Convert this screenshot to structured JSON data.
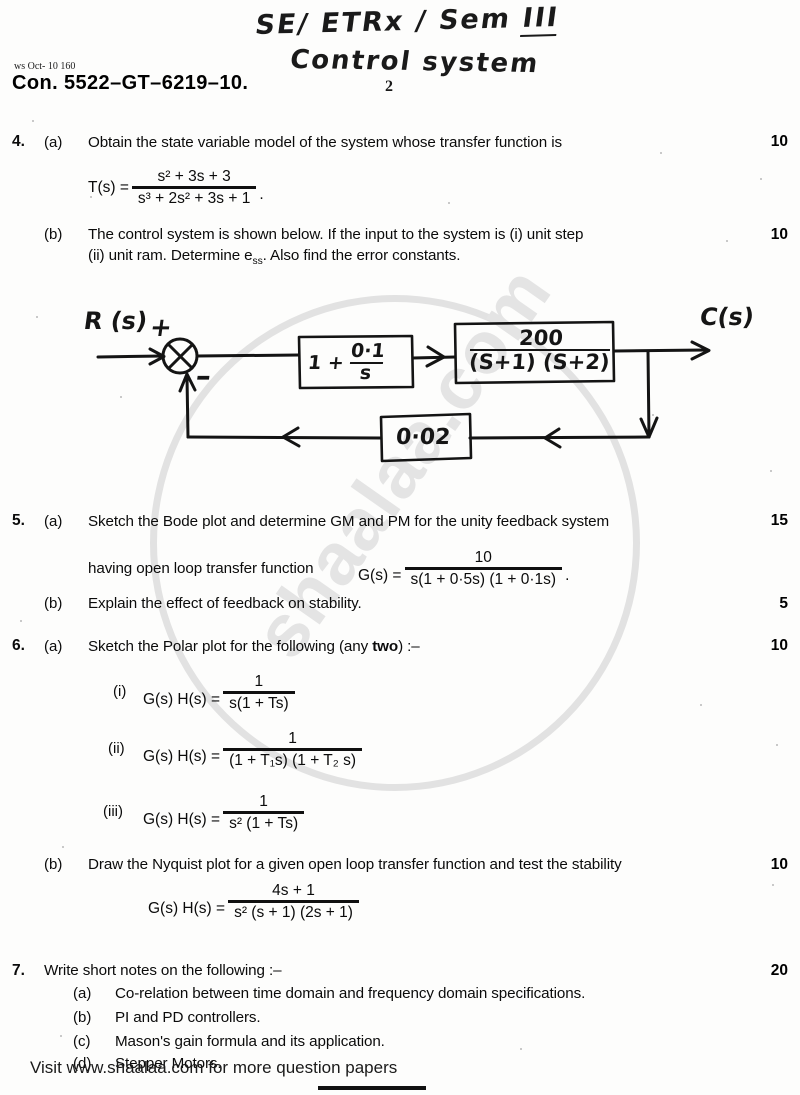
{
  "header": {
    "ws_line": "ws Oct- 10  160",
    "con_line": "Con. 5522–GT–6219–10.",
    "handwritten_line1_a": "SE/ ETR",
    "handwritten_line1_b": "x",
    "handwritten_line1_c": " / Sem ",
    "handwritten_line1_roman": "III",
    "handwritten_line2": "Control system",
    "page_number": "2"
  },
  "watermark": {
    "text": "shaalaa.com",
    "color": "#e4e4e4"
  },
  "questions": [
    {
      "number": "4.",
      "parts": [
        {
          "label": "(a)",
          "text": "Obtain the state variable model of the system whose transfer function is",
          "marks": "10",
          "formula": {
            "lhs": "T(s) =",
            "numerator": "s² + 3s + 3",
            "denominator": "s³ + 2s² + 3s + 1",
            "trailing": "."
          }
        },
        {
          "label": "(b)",
          "text_line1": "The control system is shown below. If the input to the system is (i) unit step",
          "text_line2_a": "(ii) unit ram.  Determine e",
          "text_line2_sub": "ss",
          "text_line2_b": ". Also find the error constants.",
          "marks": "10"
        }
      ]
    },
    {
      "number": "5.",
      "parts": [
        {
          "label": "(a)",
          "text_line1": "Sketch the Bode plot and determine GM and PM for the unity feedback system",
          "text_line2": "having open loop transfer function",
          "marks": "15",
          "formula": {
            "lhs": "G(s) =",
            "numerator": "10",
            "denominator": "s(1 + 0·5s) (1 + 0·1s)",
            "trailing": "."
          }
        },
        {
          "label": "(b)",
          "text": "Explain the effect of feedback on stability.",
          "marks": "5"
        }
      ]
    },
    {
      "number": "6.",
      "parts": [
        {
          "label": "(a)",
          "text_before": "Sketch the Polar plot for the following (any ",
          "text_bold": "two",
          "text_after": ") :–",
          "marks": "10",
          "items": [
            {
              "roman": "(i)",
              "lhs": "G(s) H(s) =",
              "numerator": "1",
              "denominator": "s(1 + Ts)"
            },
            {
              "roman": "(ii)",
              "lhs": "G(s) H(s) =",
              "numerator": "1",
              "denominator": "(1 + T₁s) (1 + T₂ s)"
            },
            {
              "roman": "(iii)",
              "lhs": "G(s) H(s) =",
              "numerator": "1",
              "denominator": "s² (1 + Ts)"
            }
          ]
        },
        {
          "label": "(b)",
          "text": "Draw the Nyquist plot for a given open loop transfer function and test the stability",
          "marks": "10",
          "formula": {
            "lhs": "G(s) H(s)  =",
            "numerator": "4s + 1",
            "denominator": "s² (s + 1) (2s + 1)"
          }
        }
      ]
    },
    {
      "number": "7.",
      "parts": [
        {
          "label": "",
          "text": "Write short notes on the following :–",
          "marks": "20",
          "notes": [
            {
              "label": "(a)",
              "text": "Co-relation between time domain and frequency domain specifications."
            },
            {
              "label": "(b)",
              "text": "PI and PD controllers."
            },
            {
              "label": "(c)",
              "text": "Mason's gain formula and its application."
            },
            {
              "label": "(d)",
              "text": "Stepper Motors."
            }
          ]
        }
      ]
    }
  ],
  "block_diagram": {
    "input_label": "R (s)",
    "plus_sign": "+",
    "minus_sign": "–",
    "output_label": "C(s)",
    "controller_block": {
      "prefix": "1 +",
      "numerator": "0·1",
      "denominator": "s"
    },
    "plant_block": {
      "numerator": "200",
      "denominator": "(S+1) (S+2)"
    },
    "feedback_block": {
      "value": "0·02"
    }
  },
  "footer": {
    "visit_text": "Visit www.shaalaa.com for more question papers"
  }
}
